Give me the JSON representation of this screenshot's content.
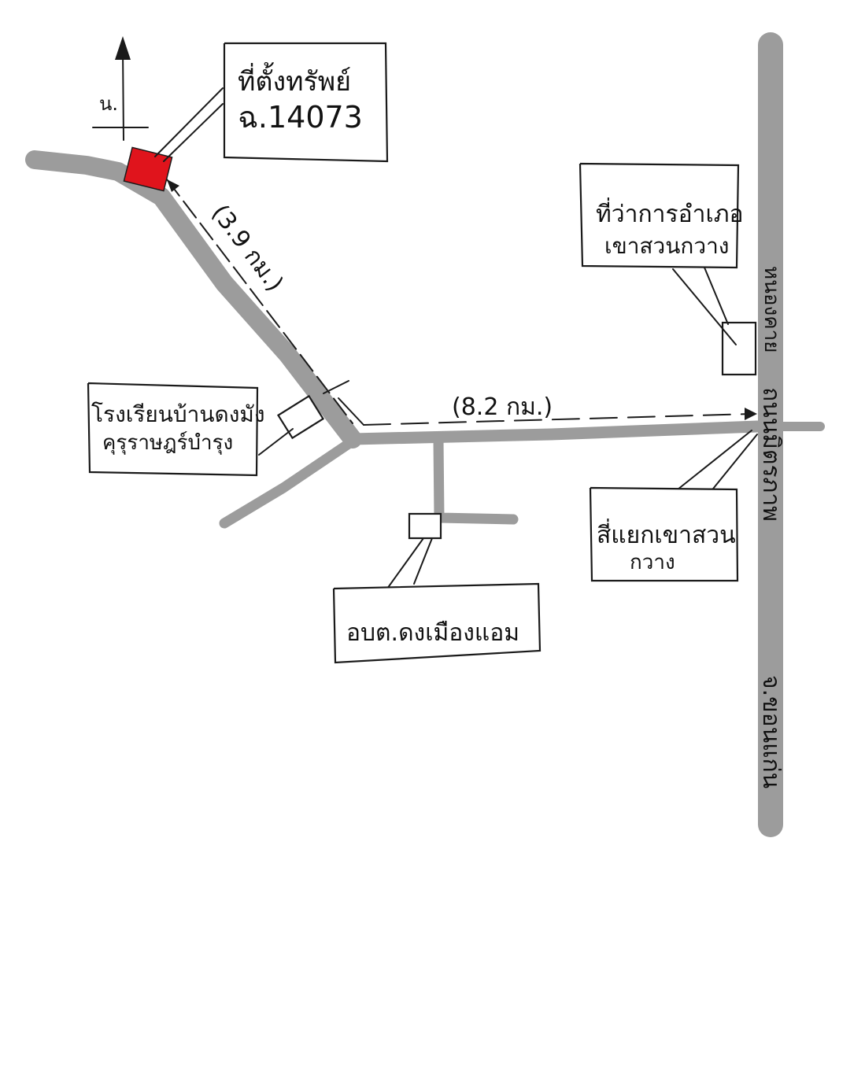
{
  "north": {
    "label": "น."
  },
  "property": {
    "line1": "ที่ตั้งทรัพย์",
    "line2": "ฉ.14073",
    "color": "#e0141c"
  },
  "district_office": {
    "line1": "ที่ว่าการอำเภอ",
    "line2": "เขาสวนกวาง"
  },
  "school": {
    "line1": "โรงเรียนบ้านดงมัง",
    "line2": "คุรุราษฎร์บำรุง"
  },
  "intersection": {
    "line1": "สี่แยกเขาสวน",
    "line2": "กวาง"
  },
  "sao": {
    "label": "อบต.ดงเมืองแอม"
  },
  "distances": {
    "diagonal": "(3.9 กม.)",
    "horizontal": "(8.2 กม.)"
  },
  "highway": {
    "north_label": "หนองคาย",
    "name": "ถนนมิตรภาพ",
    "south_label": "จ.ขอนแก่น"
  }
}
